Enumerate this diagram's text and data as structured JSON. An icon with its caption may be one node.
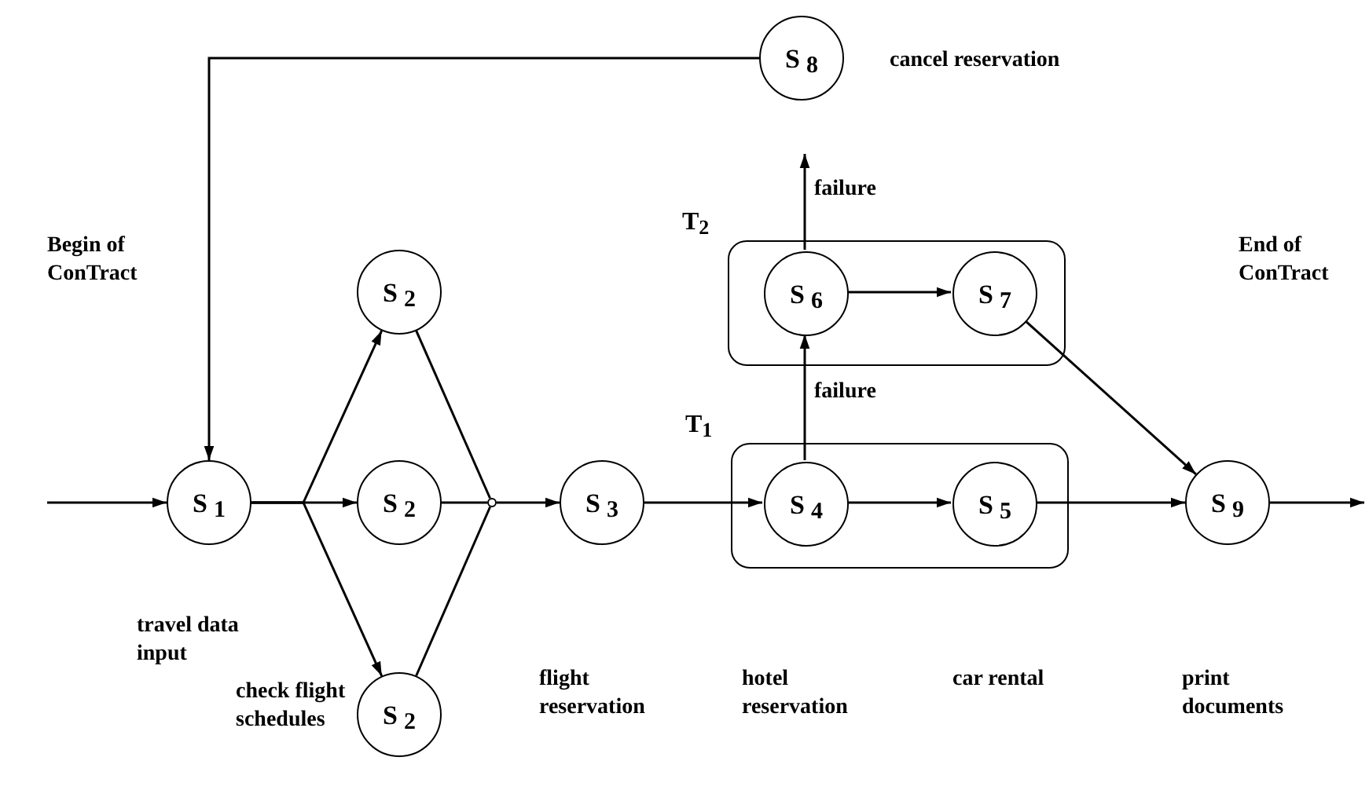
{
  "diagram": {
    "nodes": [
      {
        "text": [
          "T$_{1}$"
        ]
      },
      {
        "text": [
          "T$_{2}$"
        ]
      },
      {
        "text": [
          "S$_{1}$"
        ],
        "beside": [
          "travel data input"
        ]
      },
      {
        "text": [
          "S$_{2}$"
        ]
      },
      {
        "text": [
          "S$_{2}$"
        ]
      },
      {
        "text": [
          "S$_{2}$"
        ],
        "beside": [
          "check flight schedules"
        ]
      },
      {
        "text": [],
        "shape": "circle"
      },
      {
        "text": [
          "S$_{3}$"
        ]
      },
      {
        "text": [
          "S$_{4}$"
        ],
        "in": 0
      },
      {
        "text": [
          "S$_{5}$"
        ],
        "in": 0
      },
      {
        "text": [
          "S$_{6}$"
        ],
        "in": 1
      },
      {
        "text": [
          "S$_{7}$"
        ],
        "in": 1
      },
      {
        "text": [
          "S$_{8}$"
        ],
        "beside": [
          "cancel reservation"
        ]
      },
      {
        "text": [
          "S$_{9}$"
        ]
      }
    ],
    "edges": [
      {
        "from": null,
        "to": 2,
        "arrow": "to"
      },
      {
        "from": 2,
        "to": 3,
        "arrow": "to"
      },
      {
        "from": 2,
        "to": 4,
        "arrow": "to"
      },
      {
        "from": 2,
        "to": 5,
        "arrow": "to"
      },
      {
        "from": 3,
        "to": 6,
        "arrow": "none"
      },
      {
        "from": 4,
        "to": 6,
        "arrow": "none"
      },
      {
        "from": 5,
        "to": 6,
        "arrow": "none"
      },
      {
        "from": 6,
        "to": 7,
        "arrow": "to"
      },
      {
        "from": 7,
        "to": 8,
        "arrow": "to"
      },
      {
        "from": 8,
        "to": 9,
        "arrow": "to"
      },
      {
        "from": 9,
        "to": 13,
        "arrow": "to"
      },
      {
        "from": 13,
        "to": null,
        "arrow": "to"
      },
      {
        "from": 8,
        "to": 10,
        "arrow": "to",
        "label": "failure"
      },
      {
        "from": 10,
        "to": null,
        "arrow": "to",
        "label": "failure"
      },
      {
        "from": 10,
        "to": 11,
        "arrow": "to"
      },
      {
        "from": 11,
        "to": 13,
        "arrow": "to"
      },
      {
        "from": 12,
        "to": 2,
        "arrow": "to"
      }
    ],
    "labels": [
      "Begin of ConTract",
      "End of ConTract",
      "flight reservation",
      "hotel reservation",
      "car rental",
      "print documents"
    ]
  }
}
